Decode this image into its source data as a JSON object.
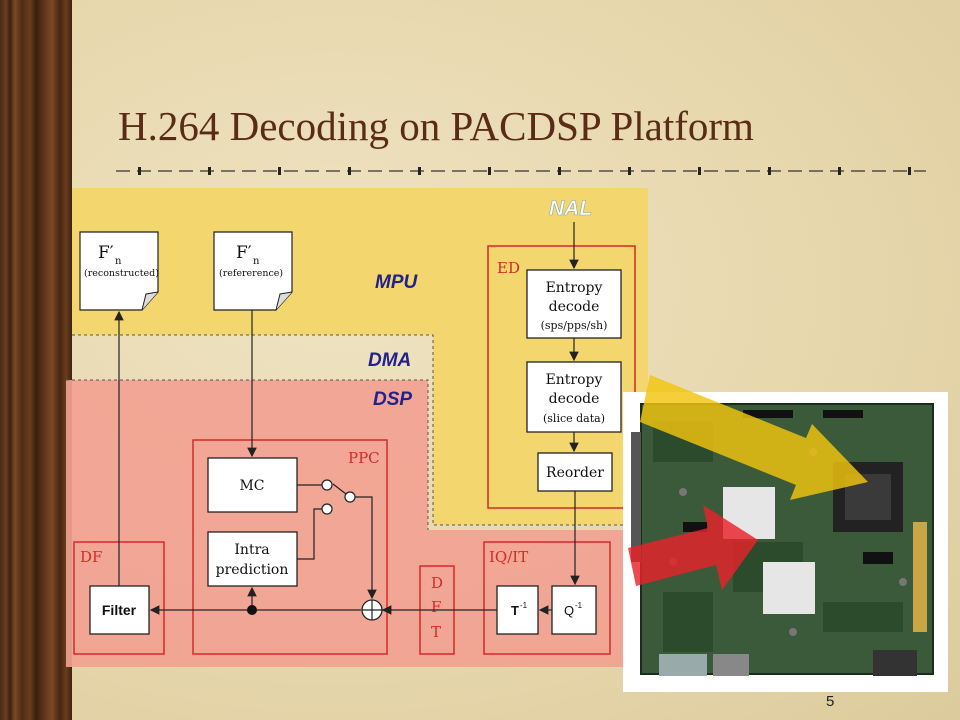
{
  "slide": {
    "title": "H.264 Decoding on PACDSP Platform",
    "page_number": "5"
  },
  "regions": {
    "mpu": "MPU",
    "dma": "DMA",
    "dsp": "DSP",
    "nal": "NAL"
  },
  "frames": {
    "reconstructed": {
      "name": "F′",
      "sub": "n",
      "caption": "(reconstructed)"
    },
    "reference": {
      "name": "F′",
      "sub": "n",
      "caption": "(refererence)"
    }
  },
  "groups": {
    "ed": "ED",
    "ppc": "PPC",
    "df": "DF",
    "iqit": "IQ/IT",
    "dft": [
      "D",
      "F",
      "T"
    ]
  },
  "blocks": {
    "entropy1": [
      "Entropy",
      "decode",
      "(sps/pps/sh)"
    ],
    "entropy2": [
      "Entropy",
      "decode",
      "(slice data)"
    ],
    "reorder": "Reorder",
    "mc": "MC",
    "intra": [
      "Intra",
      "prediction"
    ],
    "filter": "Filter",
    "t_inv": {
      "base": "T",
      "sup": "-1"
    },
    "q_inv": {
      "base": "Q",
      "sup": "-1"
    }
  },
  "colors": {
    "mpu_fill": "#f3d66e",
    "dsp_fill": "#f2a293",
    "box_red": "#d42a2a",
    "label_blue": "#23228c",
    "title_brown": "#5a2c16",
    "arrow_yellow": "#f1c40f",
    "arrow_red": "#e8222a"
  },
  "icons": {
    "board_photo": "development-board-image",
    "document": "page-curl-icon"
  }
}
